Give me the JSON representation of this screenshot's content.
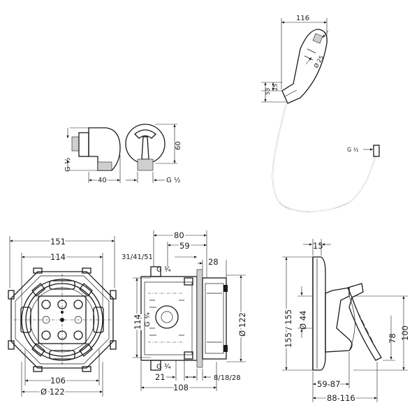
{
  "outlet": {
    "dim_width": "40",
    "thread_left": "G ½",
    "thread_right": "G ½",
    "dim_height": "60"
  },
  "hand_shower": {
    "dim_width": "116",
    "dim_diameter": "Ø 25",
    "dim_head_1": "53",
    "dim_head_2": "25",
    "thread": "G ½"
  },
  "box_plan": {
    "dim_outer": "151",
    "dim_inner": "114",
    "dim_bottom": "106",
    "dim_diameter": "Ø 122"
  },
  "box_side": {
    "dim_top_80": "80",
    "dim_top_59": "59",
    "dim_depths": "31/41/51",
    "thread_top": "G ¾",
    "dim_28": "28",
    "dim_height_114": "114",
    "thread_mid": "G ¾",
    "dim_diameter": "Ø 122",
    "thread_bottom": "G ¾",
    "dim_21": "21",
    "dim_108": "108",
    "dim_range": "8/18/28"
  },
  "mixer": {
    "dim_15": "15",
    "dim_155": "155 / 155",
    "dim_diameter": "Ø 44",
    "dim_100": "100",
    "dim_78": "78",
    "dim_59_87": "59-87",
    "dim_88_116": "88-116"
  }
}
